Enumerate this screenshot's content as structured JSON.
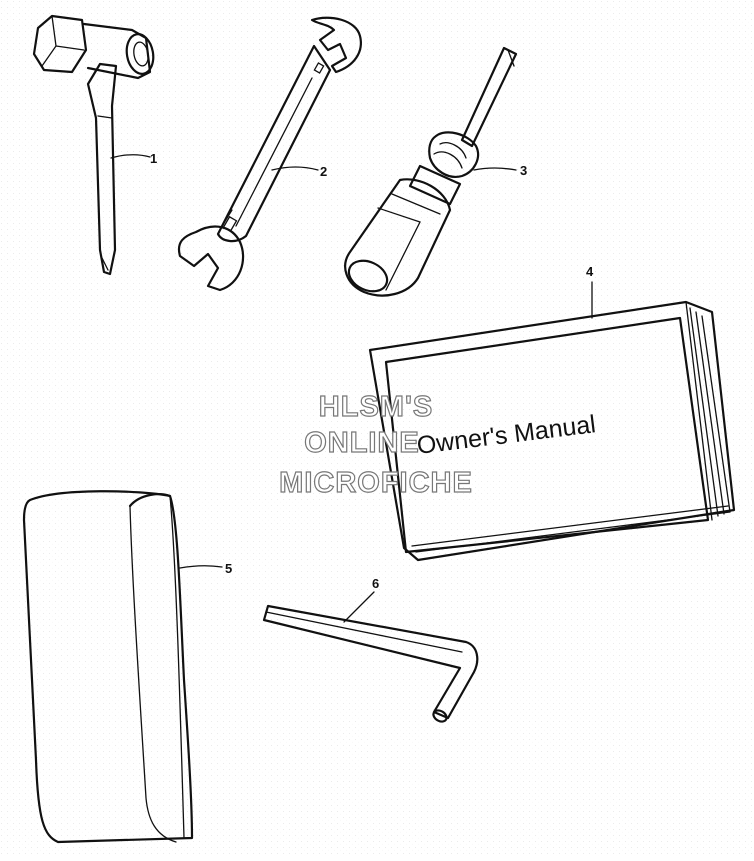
{
  "callouts": {
    "p1": "1",
    "p2": "2",
    "p3": "3",
    "p4": "4",
    "p5": "5",
    "p6": "6"
  },
  "manual": {
    "title": "Owner's Manual"
  },
  "watermark": {
    "line1": "HLSM'S",
    "line2": "ONLINE",
    "line3": "MICROFICHE"
  }
}
